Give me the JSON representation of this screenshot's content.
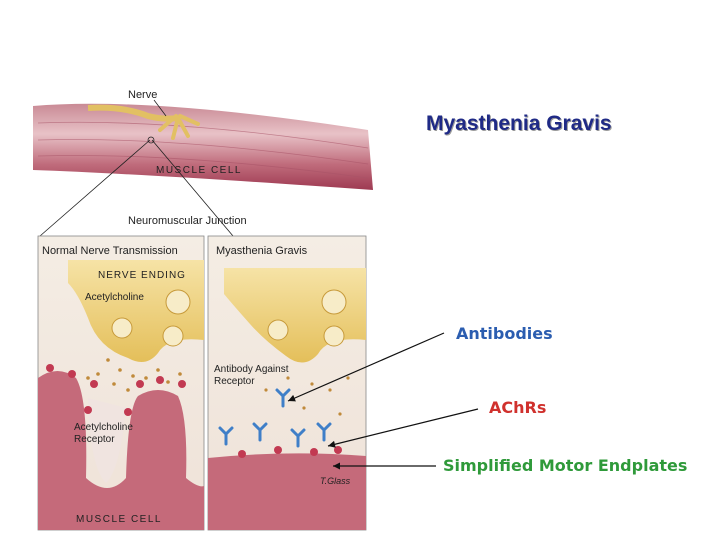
{
  "slide": {
    "title": "Myasthenia Gravis",
    "labels": {
      "antibodies": "Antibodies",
      "achrs": "AChRs",
      "endplates": "Simplified Motor Endplates"
    }
  },
  "figure": {
    "nerve": "Nerve",
    "muscle_cell_top": "MUSCLE CELL",
    "junction": "Neuromuscular Junction",
    "left_panel_title": "Normal Nerve Transmission",
    "nerve_ending": "NERVE ENDING",
    "acetylcholine": "Acetylcholine",
    "ach_receptor_line1": "Acetylcholine",
    "ach_receptor_line2": "Receptor",
    "muscle_cell_bottom": "MUSCLE CELL",
    "right_panel_title": "Myasthenia Gravis",
    "antibody_line1": "Antibody Against",
    "antibody_line2": "Receptor",
    "signature": "T.Glass"
  },
  "colors": {
    "title": "#1f2a86",
    "antibodies": "#2b5db0",
    "achrs": "#d0312d",
    "endplates": "#2f9a3a",
    "muscle": "#b44a62",
    "nerve": "#efd27a"
  }
}
